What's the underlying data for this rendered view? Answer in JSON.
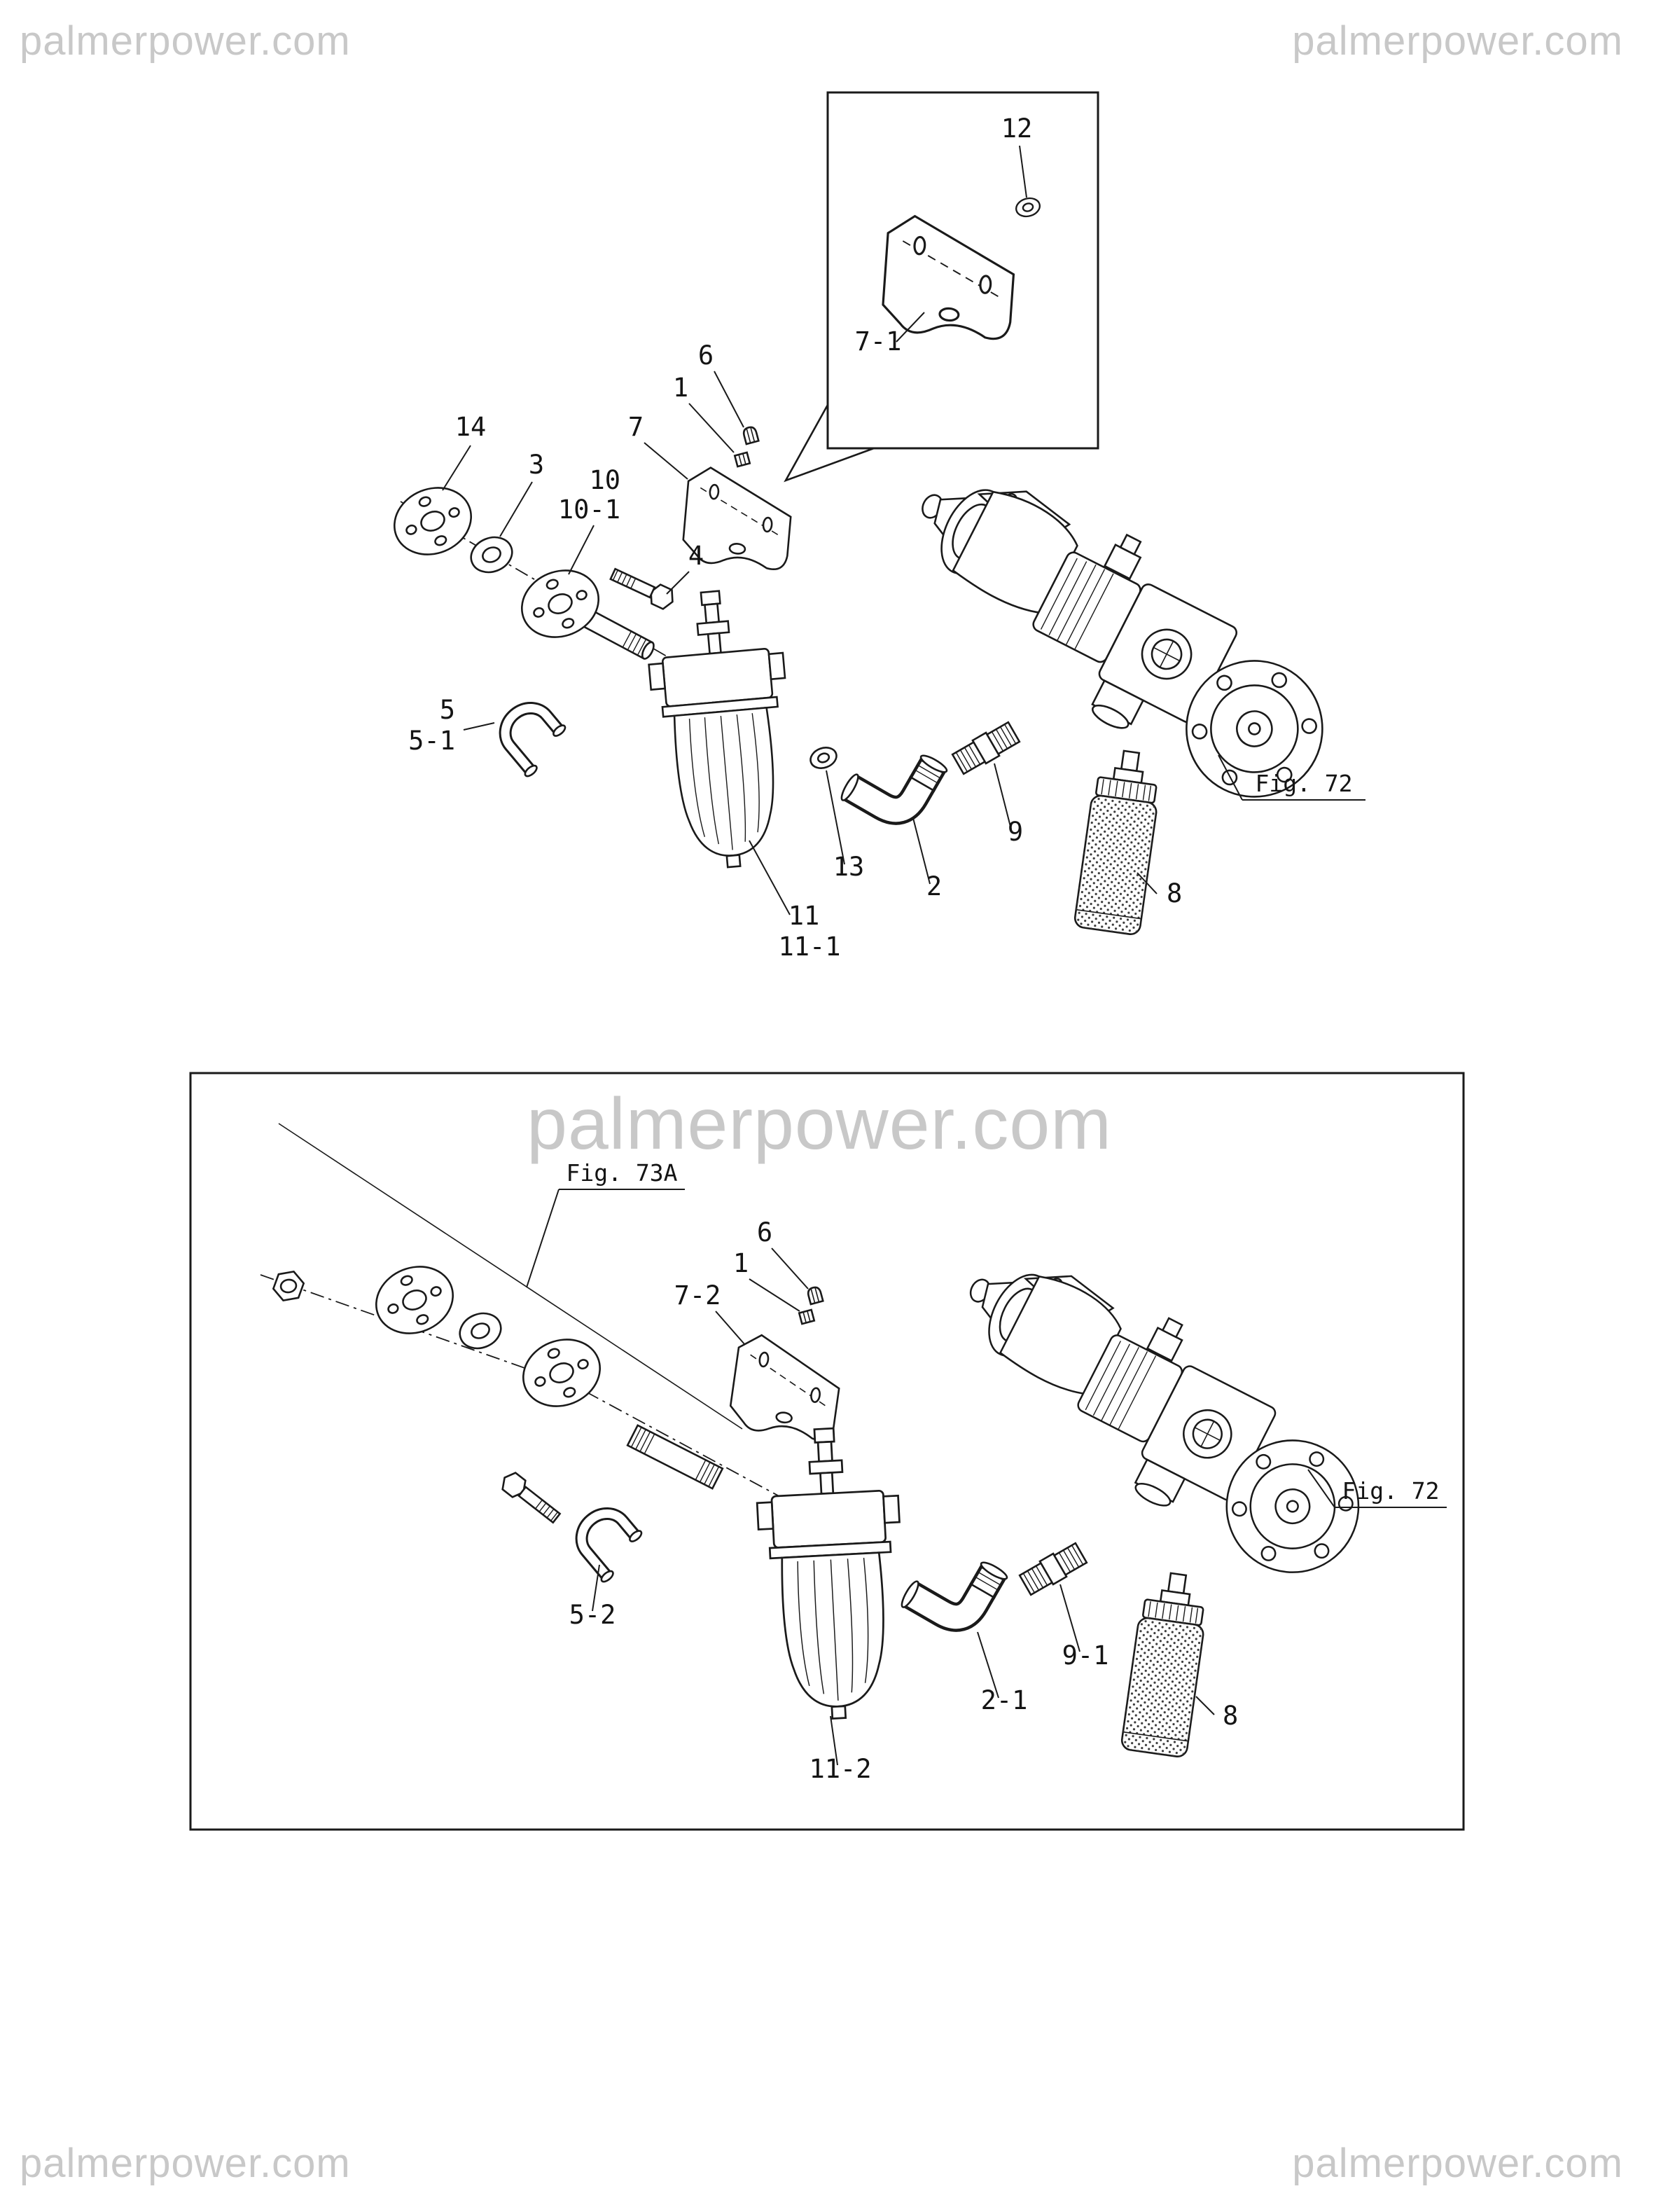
{
  "colors": {
    "ink": "#1a1a1a",
    "watermark": "#c8c8c8",
    "background": "#ffffff"
  },
  "watermarks": {
    "top_left": "palmerpower.com",
    "top_right": "palmerpower.com",
    "bottom_left": "palmerpower.com",
    "bottom_right": "palmerpower.com",
    "figure2_overlay": "palmerpower.com"
  },
  "figure1": {
    "fig_ref": "Fig. 72",
    "inset_callouts": {
      "c12": "12",
      "c7_1": "7-1"
    },
    "callouts": {
      "c6": "6",
      "c1": "1",
      "c7": "7",
      "c14": "14",
      "c3": "3",
      "c10": "10",
      "c10_1": "10-1",
      "c4": "4",
      "c5": "5",
      "c5_1": "5-1",
      "c13": "13",
      "c2": "2",
      "c9": "9",
      "c11": "11",
      "c11_1": "11-1",
      "c8": "8"
    }
  },
  "figure2": {
    "fig_label": "Fig. 73A",
    "fig_ref": "Fig. 72",
    "callouts": {
      "c6": "6",
      "c1": "1",
      "c7_2": "7-2",
      "c5_2": "5-2",
      "c2_1": "2-1",
      "c9_1": "9-1",
      "c11_2": "11-2",
      "c8": "8"
    }
  }
}
